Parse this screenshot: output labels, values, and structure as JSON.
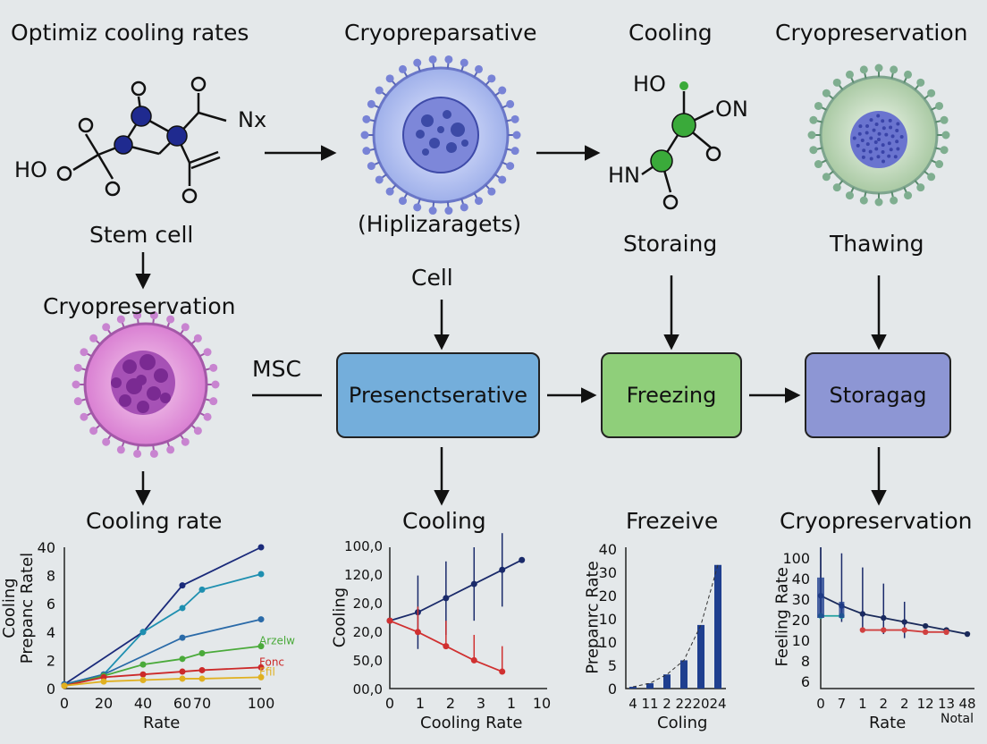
{
  "titles": {
    "col1": "Optimiz cooling rates",
    "col2": "Cryopreparsative",
    "col3": "Cooling",
    "col4": "Cryopreservation"
  },
  "labels": {
    "stem_cell": "Stem cell",
    "hiplizaragets": "(Hiplizaragets)",
    "storaing": "Storaing",
    "thawing": "Thawing",
    "cryopreservation_left": "Cryopreservation",
    "cell": "Cell",
    "msc": "MSC"
  },
  "molecule1": {
    "ho": "HO",
    "o": "O",
    "nx": "Nx"
  },
  "molecule2": {
    "ho": "HO",
    "on": "ON",
    "hn": "HN",
    "o": "O"
  },
  "boxes": {
    "presenct": "Presenctserative",
    "freezing": "Freezing",
    "storage": "Storagag"
  },
  "colors": {
    "cell_pink": "#d98fd6",
    "cell_blue": "#b8c4f0",
    "cell_green": "#c9dcc6",
    "box_blue": "#74aedb",
    "box_green": "#8fcf7a",
    "box_purple": "#8d96d4",
    "atom_blue": "#1f2a8f",
    "atom_green": "#3aaa3a"
  },
  "chart_data": [
    {
      "type": "line",
      "title": "Cooling rate",
      "xlabel": "Rate",
      "ylabel": "Cooling\nPrepanc Ratel",
      "x_ticks": [
        "0",
        "20",
        "40",
        "60",
        "70",
        "100"
      ],
      "y_ticks": [
        "0",
        "2",
        "4",
        "6",
        "8",
        "40"
      ],
      "series": [
        {
          "name": "",
          "color": "#1a2a7a",
          "points": [
            [
              0,
              0.3
            ],
            [
              40,
              4
            ],
            [
              60,
              7.3
            ],
            [
              100,
              10
            ]
          ]
        },
        {
          "name": "",
          "color": "#1e8fb0",
          "points": [
            [
              0,
              0.3
            ],
            [
              20,
              1
            ],
            [
              40,
              4
            ],
            [
              60,
              5.7
            ],
            [
              70,
              7
            ],
            [
              100,
              8.1
            ]
          ]
        },
        {
          "name": "",
          "color": "#2a6aa8",
          "points": [
            [
              0,
              0.3
            ],
            [
              20,
              1
            ],
            [
              60,
              3.6
            ],
            [
              100,
              4.9
            ]
          ]
        },
        {
          "name": "Arzelw",
          "color": "#4aaa3a",
          "points": [
            [
              0,
              0.2
            ],
            [
              20,
              0.9
            ],
            [
              40,
              1.7
            ],
            [
              60,
              2.1
            ],
            [
              70,
              2.5
            ],
            [
              100,
              3
            ]
          ]
        },
        {
          "name": "Fonc",
          "color": "#cc2a2a",
          "points": [
            [
              0,
              0.2
            ],
            [
              20,
              0.8
            ],
            [
              40,
              1
            ],
            [
              60,
              1.2
            ],
            [
              70,
              1.3
            ],
            [
              100,
              1.5
            ]
          ]
        },
        {
          "name": "Ffil",
          "color": "#e0b020",
          "points": [
            [
              0,
              0.2
            ],
            [
              20,
              0.5
            ],
            [
              40,
              0.6
            ],
            [
              60,
              0.7
            ],
            [
              70,
              0.7
            ],
            [
              100,
              0.8
            ]
          ]
        }
      ]
    },
    {
      "type": "line",
      "title": "Cooling",
      "xlabel": "Cooling Rate",
      "ylabel": "Cooling",
      "x_ticks": [
        "0",
        "1",
        "2",
        "3",
        "1",
        "10"
      ],
      "y_ticks": [
        "00,0",
        "50,0",
        "20,0",
        "20,0",
        "120,0",
        "100,0"
      ],
      "series": [
        {
          "name": "",
          "color": "#1a2a6a",
          "points": [
            [
              0,
              2.4
            ],
            [
              1,
              2.7
            ],
            [
              2,
              3.2
            ],
            [
              3,
              3.7
            ],
            [
              4,
              4.2
            ],
            [
              4.7,
              4.55
            ]
          ]
        },
        {
          "name": "",
          "color": "#d03030",
          "points": [
            [
              0,
              2.4
            ],
            [
              1,
              2
            ],
            [
              2,
              1.5
            ],
            [
              3,
              1
            ],
            [
              4,
              0.6
            ]
          ]
        }
      ]
    },
    {
      "type": "bar",
      "title": "Frezeive",
      "xlabel": "Coling",
      "ylabel": "Prepanrc Rate",
      "categories": [
        "4",
        "11",
        "2",
        "22",
        "20",
        "24"
      ],
      "values": [
        0.5,
        1.5,
        4,
        8,
        18,
        35
      ],
      "y_ticks": [
        "0",
        "5",
        "10",
        "10",
        "20",
        "30",
        "40"
      ]
    },
    {
      "type": "line",
      "title": "Cryopreservation",
      "xlabel": "Rate",
      "ylabel": "Feeling Rate",
      "x_ticks": [
        "0",
        "7",
        "1",
        "2",
        "2",
        "12",
        "13",
        "48"
      ],
      "y_ticks": [
        "6",
        "8",
        "10",
        "20",
        "30",
        "40",
        "100"
      ],
      "corner_label": "Notal",
      "series": [
        {
          "name": "",
          "color": "#1a2a5a",
          "points": [
            [
              0,
              4.6
            ],
            [
              1,
              4.1
            ],
            [
              2,
              3.7
            ],
            [
              3,
              3.5
            ],
            [
              4,
              3.3
            ],
            [
              5,
              3.1
            ],
            [
              6,
              2.9
            ],
            [
              7,
              2.7
            ]
          ]
        },
        {
          "name": "",
          "color": "#d04040",
          "points": [
            [
              2,
              2.9
            ],
            [
              3,
              2.9
            ],
            [
              4,
              2.9
            ],
            [
              5,
              2.8
            ],
            [
              6,
              2.8
            ]
          ]
        },
        {
          "name": "",
          "color": "#20a0a0",
          "points": [
            [
              0,
              3.6
            ],
            [
              1,
              3.6
            ]
          ]
        }
      ]
    }
  ]
}
